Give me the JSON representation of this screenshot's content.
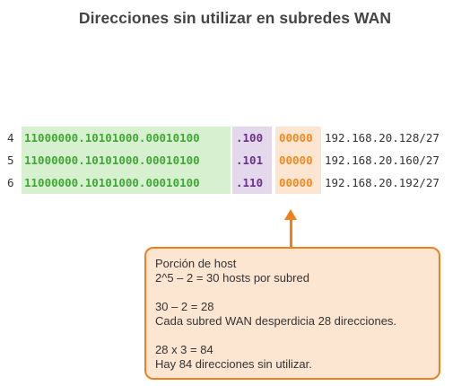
{
  "title": "Direcciones sin utilizar en subredes WAN",
  "rows": [
    {
      "num": "4",
      "network": "11000000.10101000.00010100",
      "subnet": ".100",
      "host": "00000",
      "address": "192.168.20.128/27"
    },
    {
      "num": "5",
      "network": "11000000.10101000.00010100",
      "subnet": ".101",
      "host": "00000",
      "address": "192.168.20.160/27"
    },
    {
      "num": "6",
      "network": "11000000.10101000.00010100",
      "subnet": ".110",
      "host": "00000",
      "address": "192.168.20.192/27"
    }
  ],
  "note": {
    "line1": "Porción de host",
    "line2": "2^5 – 2 = 30 hosts por subred",
    "line3": "30 – 2 = 28",
    "line4": "Cada subred WAN desperdicia 28 direcciones.",
    "line5": "28 x 3 = 84",
    "line6": "Hay 84 direcciones sin utilizar."
  },
  "colors": {
    "network_text": "#3fa834",
    "network_bg": "#d7f0cf",
    "subnet_text": "#6b2f8c",
    "subnet_bg": "#e4d9ec",
    "host_text": "#f08a23",
    "host_bg": "#fde6d1",
    "accent": "#f07f1f"
  }
}
